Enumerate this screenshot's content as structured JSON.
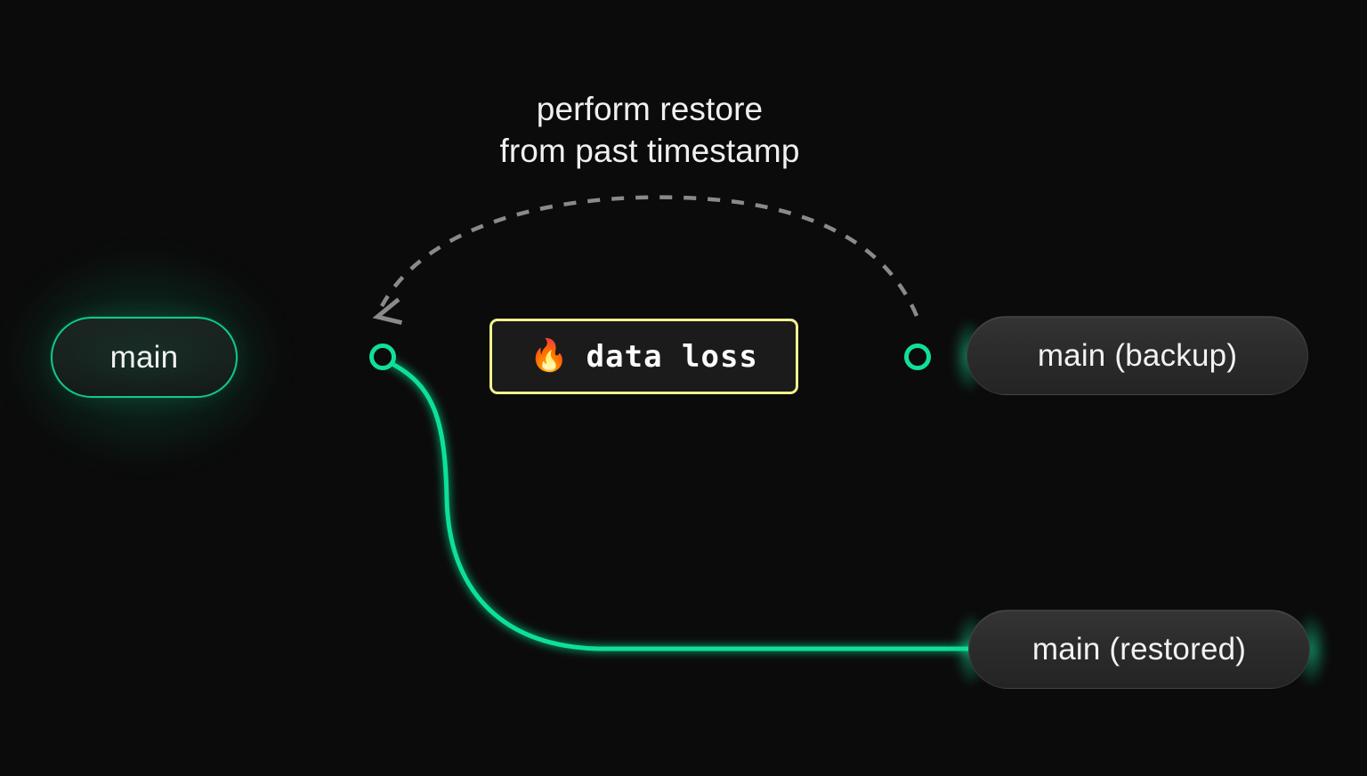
{
  "diagram": {
    "title_annotation": "perform restore\nfrom past timestamp",
    "background_color": "#0b0b0b",
    "accent_color": "#10e098",
    "warning_color": "#f2f28f",
    "dashed_color": "#8a8a8a",
    "nodes": {
      "main": {
        "label": "main"
      },
      "alert": {
        "emoji": "🔥",
        "label": "data loss",
        "emoji_name": "fire-emoji"
      },
      "backup": {
        "label": "main (backup)"
      },
      "restored": {
        "label": "main (restored)"
      }
    },
    "connectors": {
      "branch_point_label": "branch-node",
      "backup_point_label": "backup-node"
    }
  }
}
